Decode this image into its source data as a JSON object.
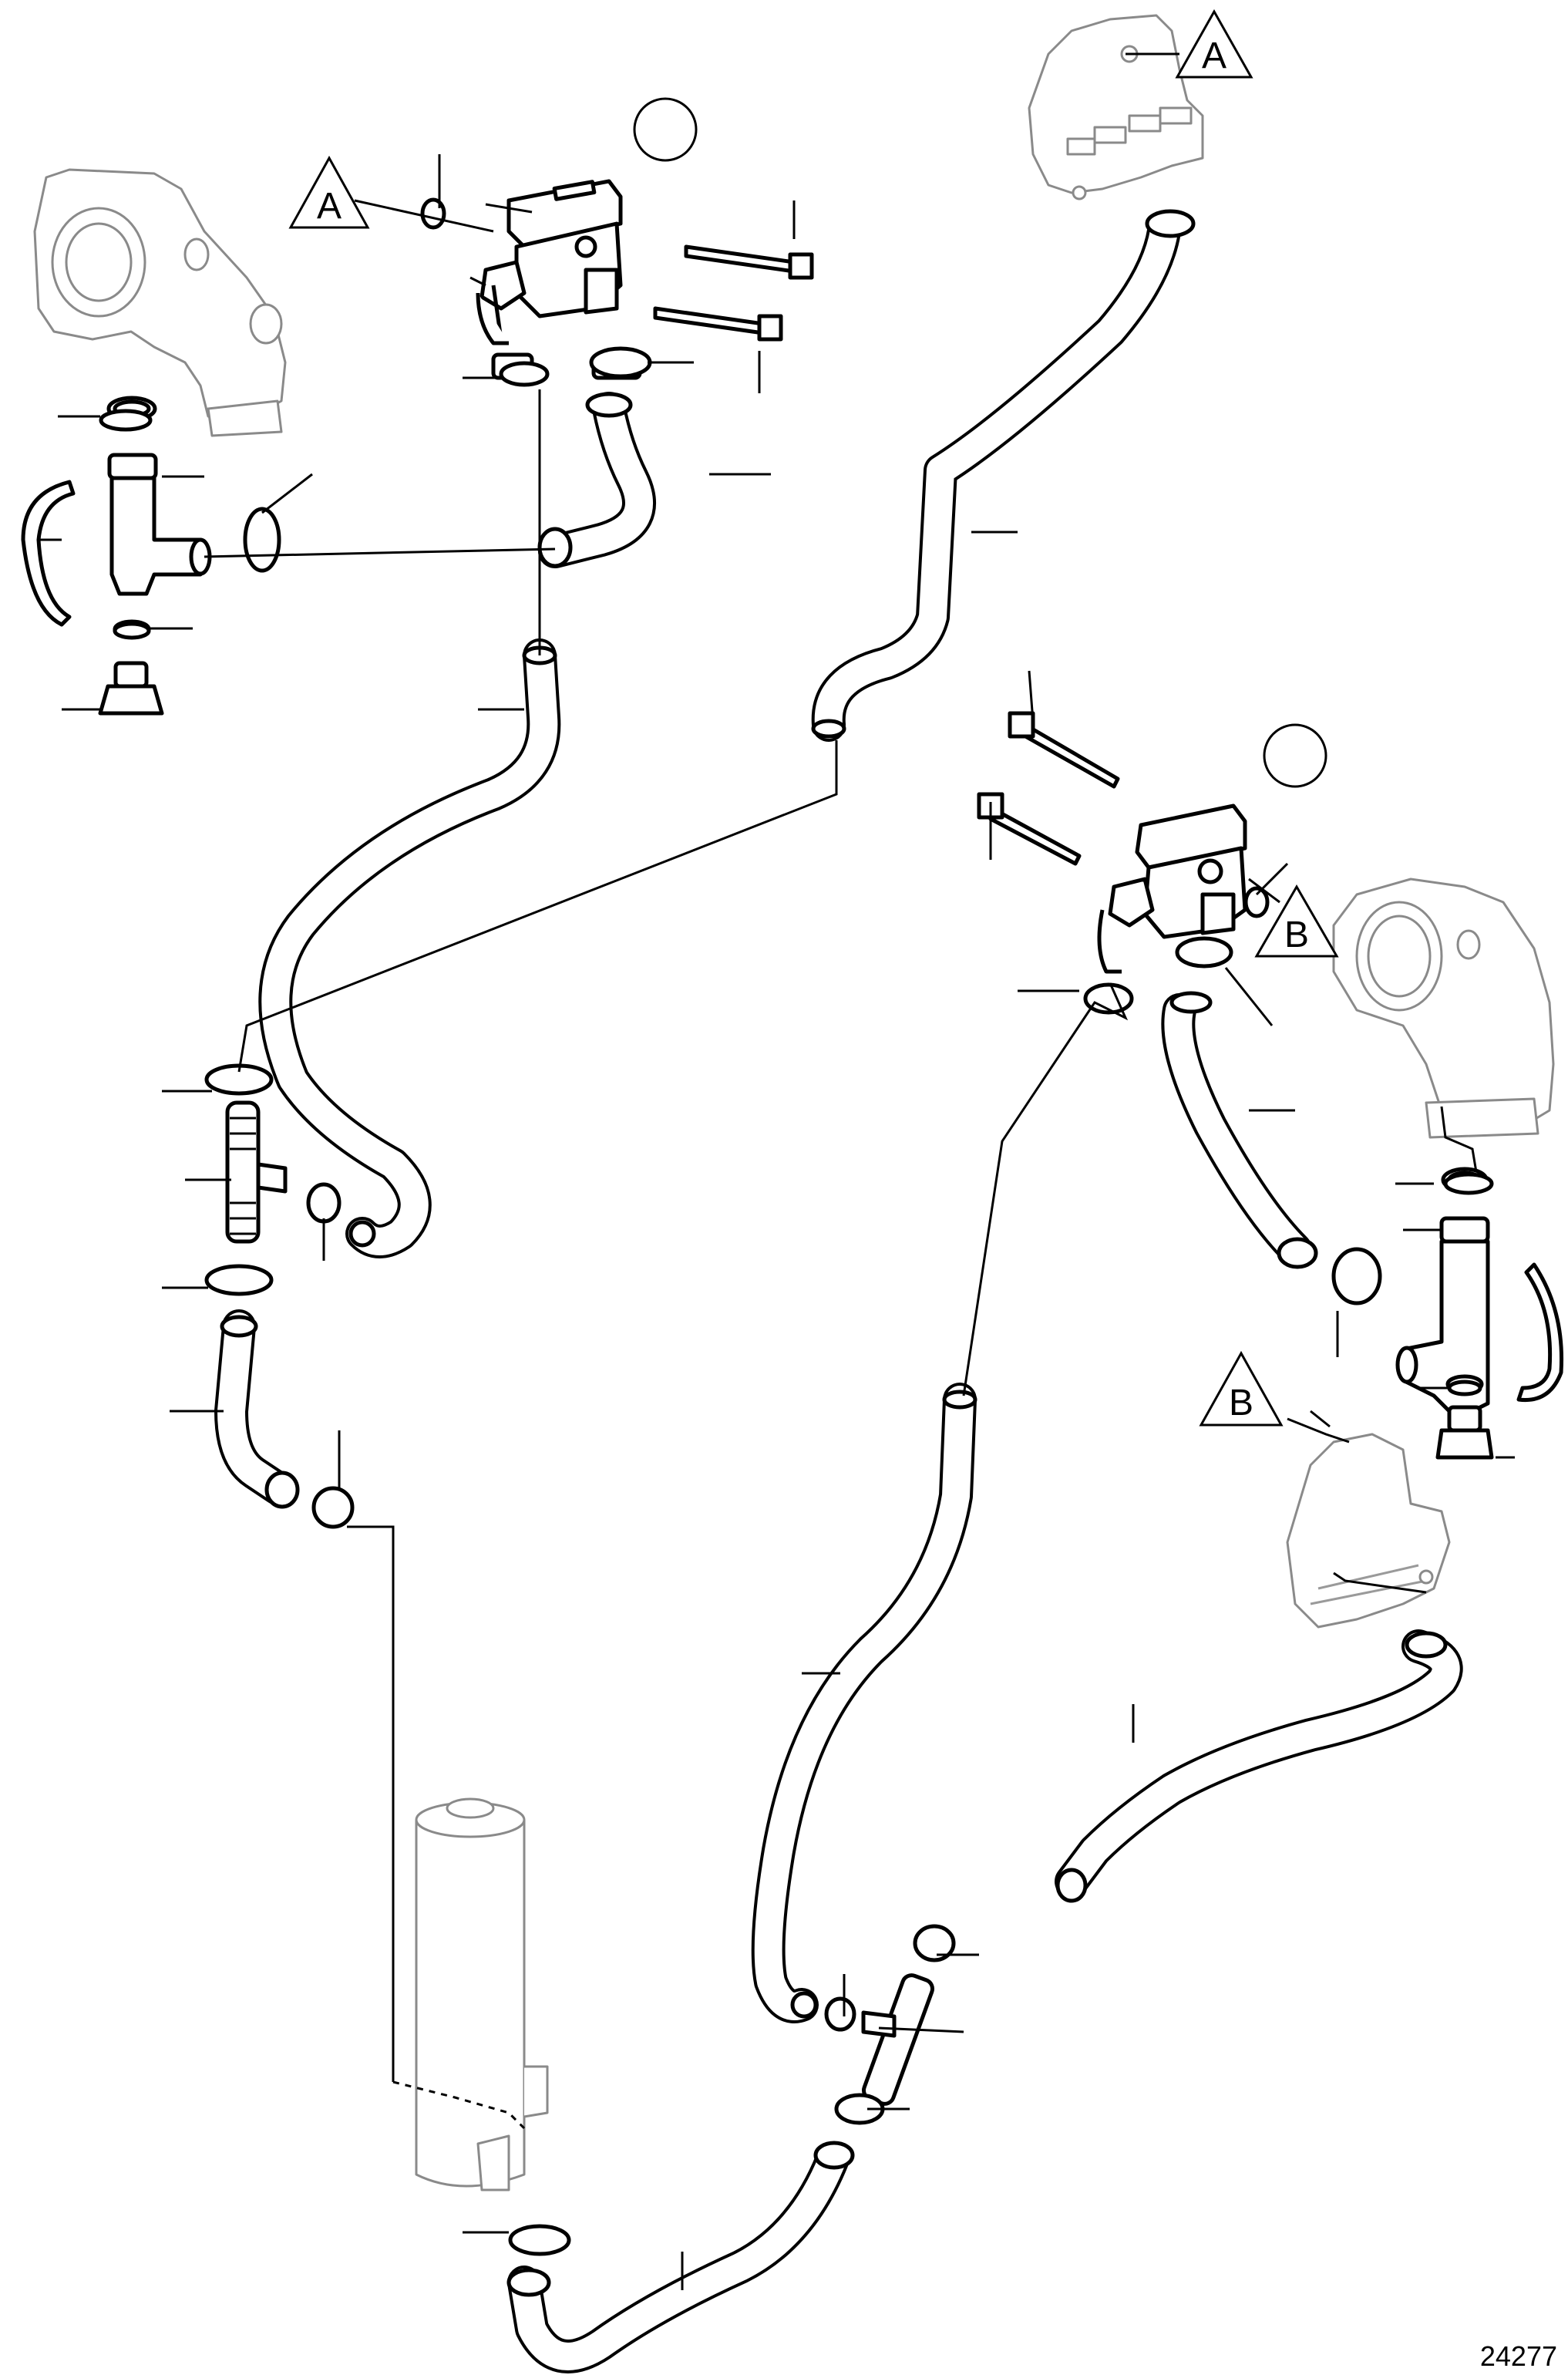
{
  "reference_markers": [
    {
      "id": "ref-a-top-center",
      "label": "A"
    },
    {
      "id": "ref-a-top-right",
      "label": "A"
    },
    {
      "id": "ref-b-mid-right",
      "label": "B"
    },
    {
      "id": "ref-b-lower-right",
      "label": "B"
    }
  ],
  "figure_number": "24277"
}
